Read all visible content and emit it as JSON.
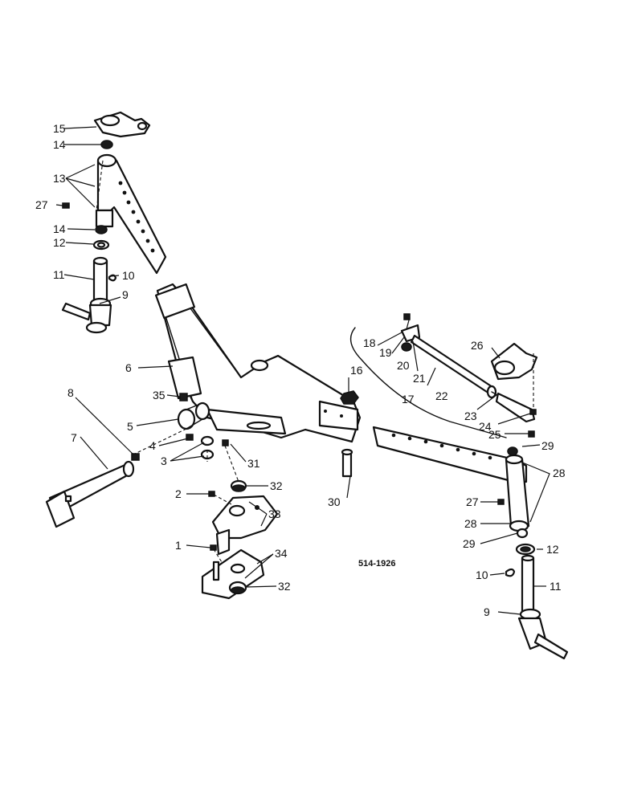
{
  "drawing": {
    "reference_code": "514-1926",
    "callouts": [
      "1",
      "2",
      "3",
      "4",
      "5",
      "6",
      "7",
      "8",
      "9",
      "10",
      "11",
      "12",
      "13",
      "14",
      "15",
      "16",
      "17",
      "18",
      "19",
      "20",
      "21",
      "22",
      "23",
      "24",
      "25",
      "26",
      "27",
      "28",
      "29",
      "30",
      "31",
      "32",
      "33",
      "34",
      "35"
    ]
  }
}
